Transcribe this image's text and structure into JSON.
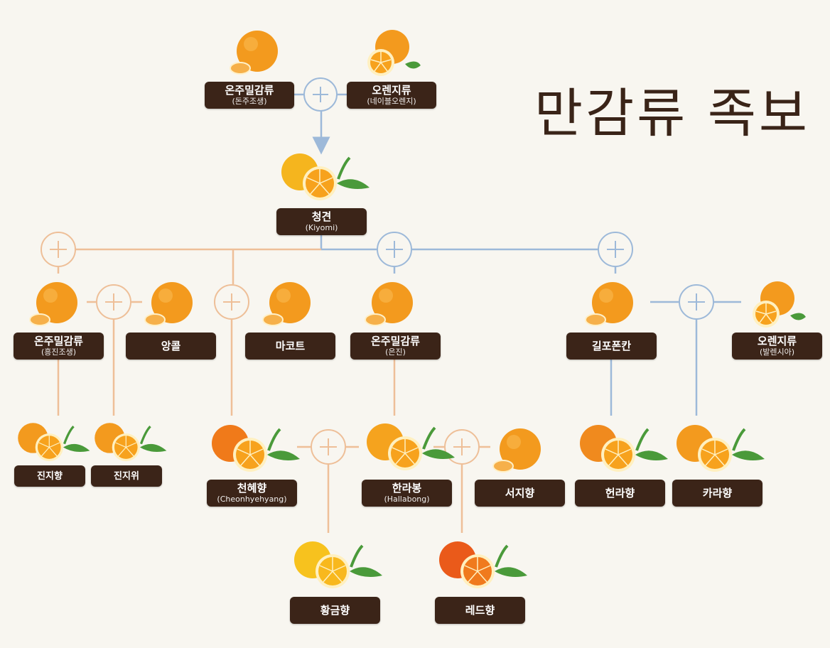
{
  "title": "만감류 족보",
  "nodes": {
    "satsuma_top": {
      "name": "온주밀감류",
      "sub": "(돈주조생)"
    },
    "orange_top": {
      "name": "오렌지류",
      "sub": "(네이블오렌지)"
    },
    "kiyomi": {
      "name": "청견",
      "sub": "(Kiyomi)"
    },
    "satsuma_left": {
      "name": "온주밀감류",
      "sub": "(흥진조생)"
    },
    "angkor": {
      "name": "앙콜",
      "sub": ""
    },
    "murcott": {
      "name": "마코트",
      "sub": ""
    },
    "satsuma_mid": {
      "name": "온주밀감류",
      "sub": "(은진)"
    },
    "ponkan": {
      "name": "길포폰칸",
      "sub": ""
    },
    "orange_right": {
      "name": "오렌지류",
      "sub": "(발렌시아)"
    },
    "jinjihyang": {
      "name": "진지향",
      "sub": ""
    },
    "jinjiwi": {
      "name": "진지위",
      "sub": ""
    },
    "cheonhyehyang": {
      "name": "천혜향",
      "sub": "(Cheonhyehyang)"
    },
    "hallabong": {
      "name": "한라봉",
      "sub": "(Hallabong)"
    },
    "seojihyang": {
      "name": "서지향",
      "sub": ""
    },
    "heonrahyang": {
      "name": "헌라향",
      "sub": ""
    },
    "karahyang": {
      "name": "카라향",
      "sub": ""
    },
    "hwanggeumhyang": {
      "name": "황금향",
      "sub": ""
    },
    "redhyang": {
      "name": "레드향",
      "sub": ""
    }
  },
  "colors": {
    "label_bg": "#3b2418",
    "line_blue": "#9db9d9",
    "line_orange": "#eebf98",
    "background": "#f8f6f0"
  },
  "icons": {
    "cross": "plus-circle-icon",
    "fruit_tangerine": "tangerine-with-segments-icon",
    "fruit_orange_half": "orange-with-half-slice-icon",
    "fruit_hybrid": "citrus-with-slice-and-leaves-icon"
  }
}
